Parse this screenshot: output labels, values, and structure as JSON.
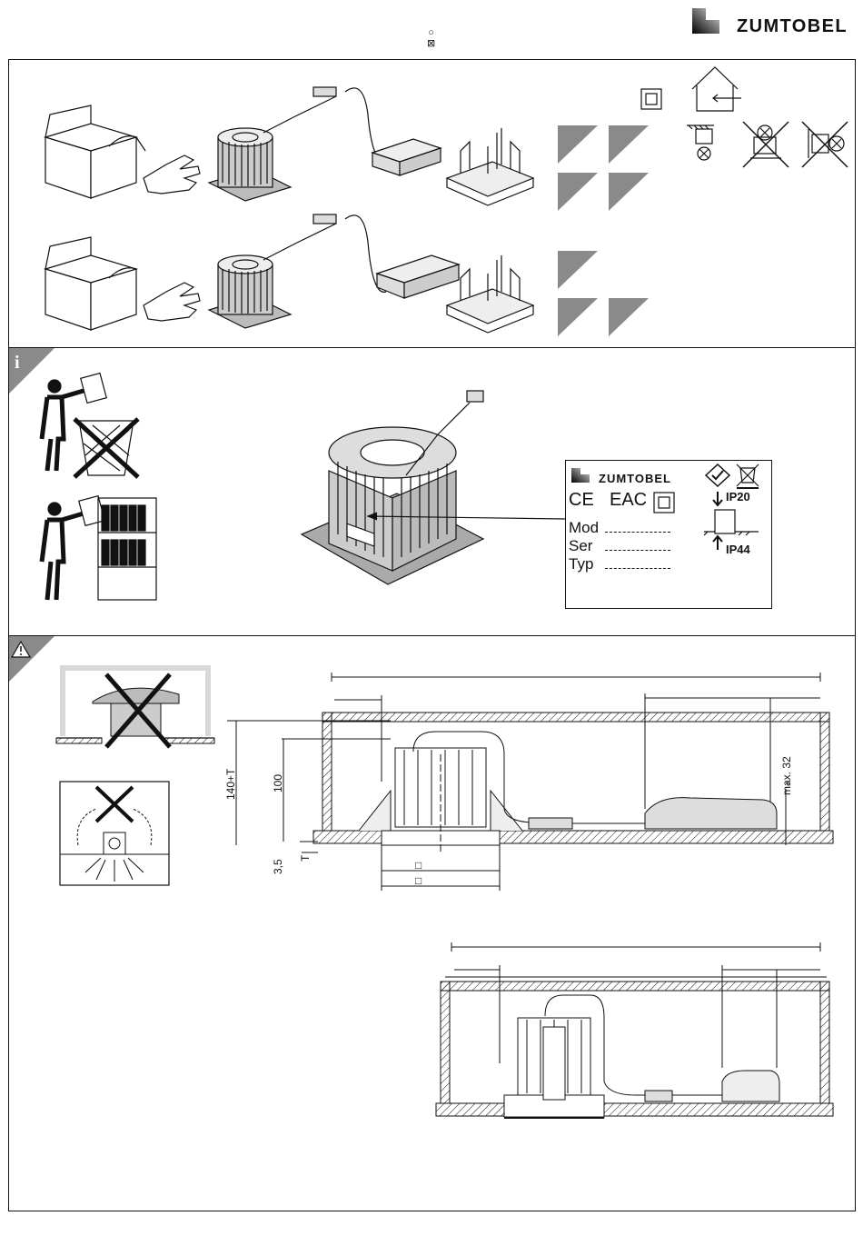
{
  "header": {
    "brand": "ZUMTOBEL",
    "symbol_line_1": "○",
    "symbol_line_2": "⊠"
  },
  "label": {
    "brand": "ZUMTOBEL",
    "ce_mark": "CE",
    "eac_mark": "EAC",
    "ip_top": "IP20",
    "ip_bottom": "IP44",
    "field_mod": "Mod",
    "field_ser": "Ser",
    "field_typ": "Typ"
  },
  "panels": {
    "info_icon": "i",
    "warning_icon": "warning-triangle-icon"
  },
  "dimensions": {
    "height_total": "140+T",
    "height_body": "100",
    "flange": "3,5",
    "thickness": "T",
    "max_clearance": "max. 32",
    "square_small": "□",
    "square_large": "□"
  },
  "colors": {
    "line": "#111111",
    "grey_tile": "#8a8a8a",
    "light_grey": "#d8d8d8",
    "mid_grey": "#bdbdbd"
  }
}
